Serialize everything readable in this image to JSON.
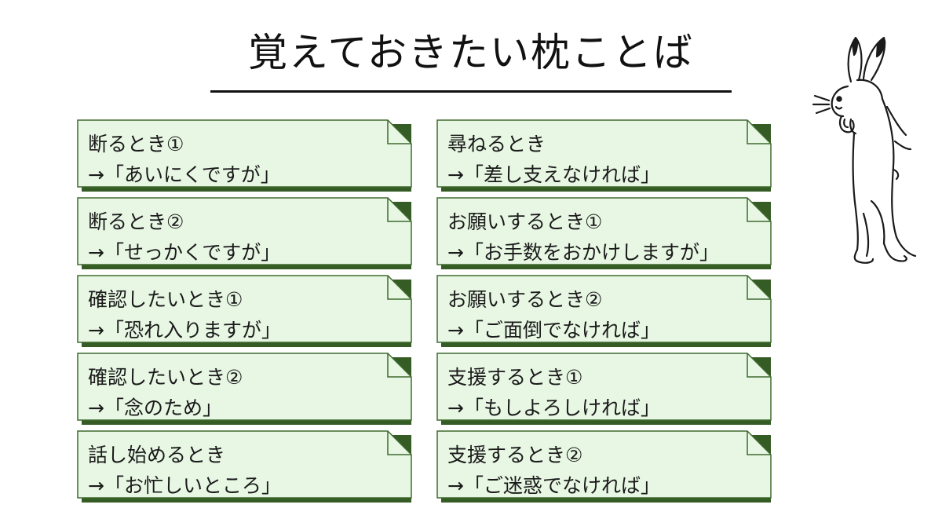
{
  "title": "覚えておきたい枕ことば",
  "colors": {
    "card_fill": "#e8f7e4",
    "card_border": "#3f6a2e",
    "card_shadow": "#355c24"
  },
  "illustration": {
    "icon": "rabbit-illustration-icon"
  },
  "cards": [
    {
      "situation": "断るとき①",
      "phrase": "→「あいにくですが」"
    },
    {
      "situation": "断るとき②",
      "phrase": "→「せっかくですが」"
    },
    {
      "situation": "確認したいとき①",
      "phrase": "→「恐れ入りますが」"
    },
    {
      "situation": "確認したいとき②",
      "phrase": "→「念のため」"
    },
    {
      "situation": "話し始めるとき",
      "phrase": "→「お忙しいところ」"
    },
    {
      "situation": "尋ねるとき",
      "phrase": "→「差し支えなければ」"
    },
    {
      "situation": "お願いするとき①",
      "phrase": "→「お手数をおかけしますが」"
    },
    {
      "situation": "お願いするとき②",
      "phrase": "→「ご面倒でなければ」"
    },
    {
      "situation": "支援するとき①",
      "phrase": "→「もしよろしければ」"
    },
    {
      "situation": "支援するとき②",
      "phrase": "→「ご迷惑でなければ」"
    }
  ]
}
